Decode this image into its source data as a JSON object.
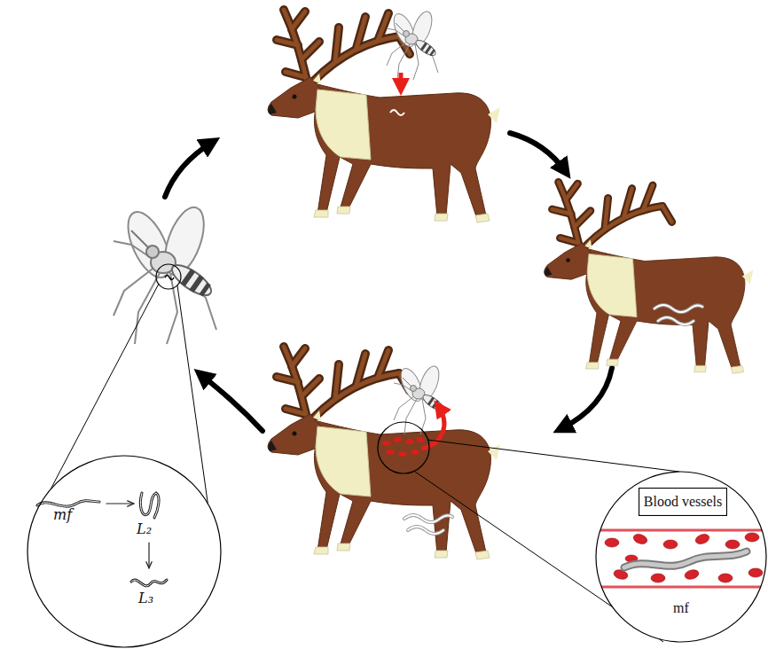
{
  "diagram": {
    "nodes": [
      {
        "text": [
          "mf",
          "L₂",
          "L₃"
        ]
      },
      {
        "text": [
          "mf"
        ]
      },
      {
        "text": [
          "Blood vessels"
        ],
        "in": 1
      }
    ]
  }
}
